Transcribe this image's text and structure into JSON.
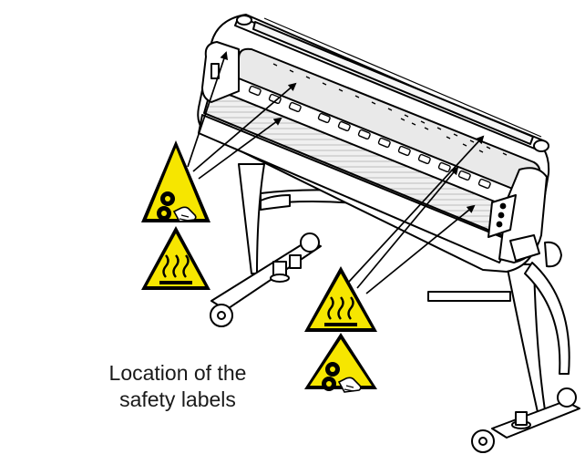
{
  "caption": {
    "line1": "Location of the",
    "line2": "safety labels"
  },
  "colors": {
    "warning_yellow": "#f6e600",
    "outline": "#000000",
    "machine_fill": "#ffffff",
    "roller_fill": "#e9e9e9",
    "platen_fill": "#dcdcdc"
  },
  "labels": [
    {
      "kind": "entanglement-warning",
      "icon": "roller-pinch-hand-icon"
    },
    {
      "kind": "hot-surface-warning",
      "icon": "heat-wave-icon"
    },
    {
      "kind": "hot-surface-warning",
      "icon": "heat-wave-icon"
    },
    {
      "kind": "entanglement-warning",
      "icon": "roller-pinch-hand-icon"
    }
  ]
}
